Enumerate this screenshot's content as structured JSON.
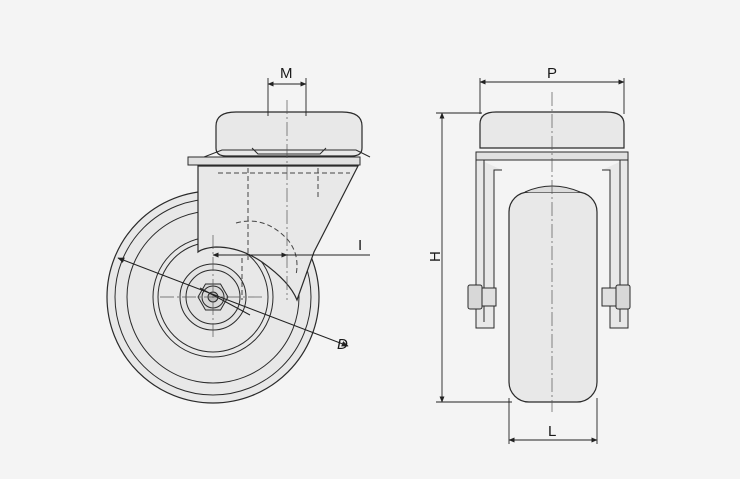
{
  "figure": {
    "colors": {
      "background": "#f4f4f4",
      "outline": "#2a2a2a",
      "hidden_line": "#444444",
      "fill_light": "#e8e8e8",
      "fill_mid": "#dcdcdc"
    },
    "dimensions": {
      "mounting_thread": "M",
      "plate_width": "P",
      "offset": "I",
      "height": "H",
      "wheel_diameter": "D",
      "wheel_width": "L"
    }
  }
}
